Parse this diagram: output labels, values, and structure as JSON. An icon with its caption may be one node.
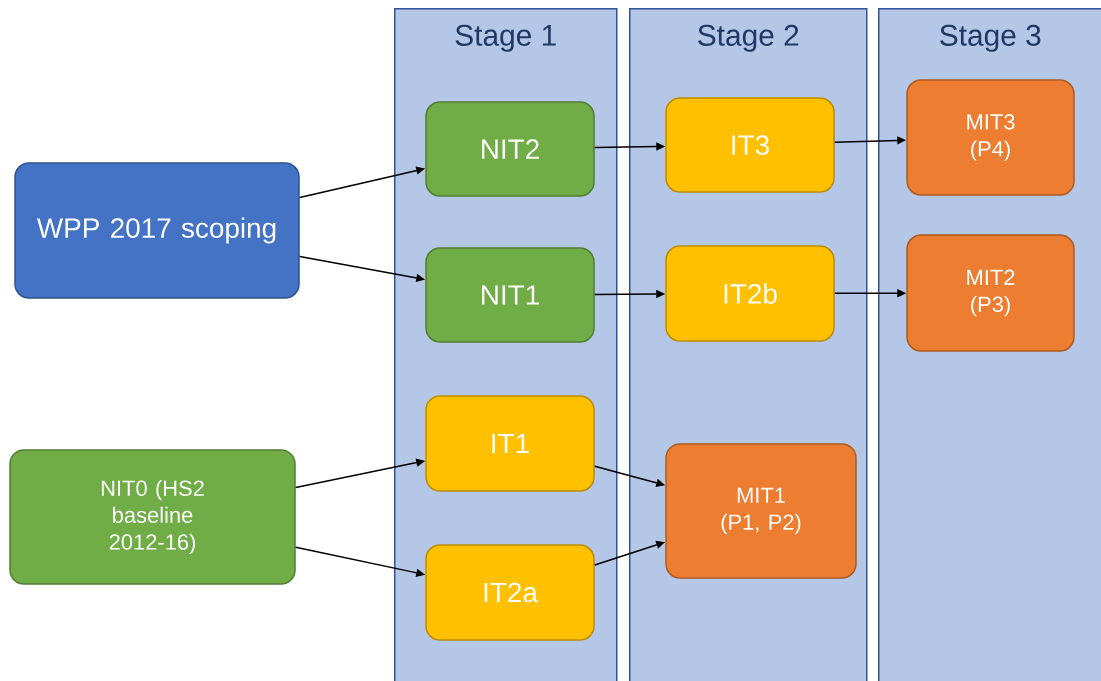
{
  "diagram": {
    "nodes": [
      {
        "text": [
          "Stage 1"
        ]
      },
      {
        "text": [
          "Stage 2"
        ]
      },
      {
        "text": [
          "Stage 3"
        ]
      },
      {
        "text": [
          "WPP 2017 scoping"
        ]
      },
      {
        "text": [
          "NIT0 (HS2 baseline 2012-16)"
        ]
      },
      {
        "text": [
          "NIT2"
        ],
        "in": 0
      },
      {
        "text": [
          "NIT1"
        ],
        "in": 0
      },
      {
        "text": [
          "IT1"
        ],
        "in": 0
      },
      {
        "text": [
          "IT2a"
        ],
        "in": 0
      },
      {
        "text": [
          "IT3"
        ],
        "in": 1
      },
      {
        "text": [
          "IT2b"
        ],
        "in": 1
      },
      {
        "text": [
          "MIT1 (P1, P2)"
        ],
        "in": 1
      },
      {
        "text": [
          "MIT3 (P4)"
        ],
        "in": 2
      },
      {
        "text": [
          "MIT2 (P3)"
        ],
        "in": 2
      }
    ],
    "edges": [
      {
        "from": 3,
        "to": 5,
        "arrow": "to"
      },
      {
        "from": 3,
        "to": 6,
        "arrow": "to"
      },
      {
        "from": 4,
        "to": 7,
        "arrow": "to"
      },
      {
        "from": 4,
        "to": 8,
        "arrow": "to"
      },
      {
        "from": 5,
        "to": 9,
        "arrow": "to"
      },
      {
        "from": 6,
        "to": 10,
        "arrow": "to"
      },
      {
        "from": 7,
        "to": 11,
        "arrow": "to"
      },
      {
        "from": 8,
        "to": 11,
        "arrow": "to"
      },
      {
        "from": 9,
        "to": 12,
        "arrow": "to"
      },
      {
        "from": 10,
        "to": 13,
        "arrow": "to"
      }
    ]
  }
}
